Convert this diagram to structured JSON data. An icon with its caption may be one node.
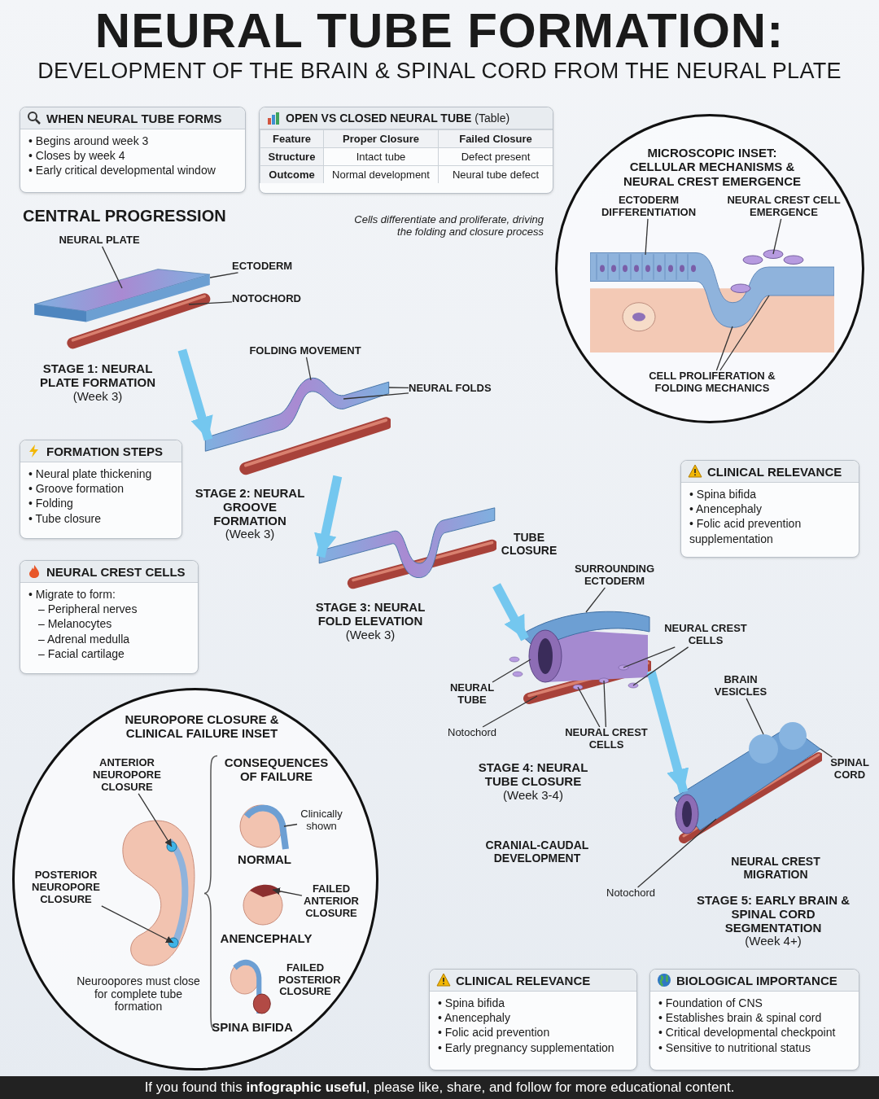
{
  "diagram": {
    "title": "NEURAL TUBE FORMATION:",
    "caption": "If you found this **infographic useful**, please like, share, and follow for more educational content.",
    "nodes": [
      {
        "text": [
          "WHEN NEURAL TUBE FORMS",
          "• Begins around week 3",
          "• Closes by week 4",
          "• Early critical developmental window"
        ]
      },
      {
        "text": [
          "**OPEN VS CLOSED NEURAL TUBE** (Table)"
        ]
      },
      {
        "text": [
          "MICROSCOPIC INSET: CELLULAR MECHANISMS & NEURAL CREST EMERGENCE"
        ]
      },
      {
        "text": [],
        "shape": "picture",
        "in": 2
      },
      {
        "text": [
          "ECTODERM DIFFERENTIATION"
        ],
        "in": 2
      },
      {
        "text": [
          "NEURAL CREST CELL EMERGENCE"
        ],
        "in": 2
      },
      {
        "text": [
          "CELL PROLIFERATION & FOLDING MECHANICS"
        ],
        "in": 2
      },
      {
        "text": [],
        "shape": "picture",
        "beside": [
          "STAGE 1: NEURAL PLATE FORMATION",
          "(Week 3)"
        ]
      },
      {
        "text": [
          "NEURAL PLATE"
        ]
      },
      {
        "text": [
          "ECTODERM"
        ]
      },
      {
        "text": [
          "NOTOCHORD"
        ]
      },
      {
        "text": [],
        "shape": "picture",
        "beside": [
          "STAGE 2: NEURAL GROOVE FORMATION",
          "(Week 3)"
        ]
      },
      {
        "text": [
          "FOLDING MOVEMENT"
        ]
      },
      {
        "text": [
          "NEURAL FOLDS"
        ]
      },
      {
        "text": [
          "FORMATION STEPS",
          "• Neural plate thickening",
          "• Groove formation",
          "• Folding",
          "• Tube closure"
        ]
      },
      {
        "text": [],
        "shape": "picture",
        "beside": [
          "STAGE 3: NEURAL FOLD ELEVATION",
          "(Week 3)"
        ]
      },
      {
        "text": [
          "CLINICAL RELEVANCE",
          "• Spina bifida",
          "• Anencephaly",
          "• Folic acid prevention supplementation"
        ]
      },
      {
        "text": [
          "NEURAL CREST CELLS",
          "• Migrate to form:",
          "– Peripheral nerves",
          "– Melanocytes",
          "– Adrenal medulla",
          "– Facial cartilage"
        ]
      },
      {
        "text": [],
        "shape": "picture",
        "beside": [
          "STAGE 4: NEURAL TUBE CLOSURE",
          "(Week 3-4)"
        ]
      },
      {
        "text": [
          "SURROUNDING ECTODERM"
        ]
      },
      {
        "text": [
          "NEURAL CREST CELLS"
        ]
      },
      {
        "text": [
          "NEURAL TUBE"
        ]
      },
      {
        "text": [
          "Notochord"
        ]
      },
      {
        "text": [
          "NEURAL CREST CELLS"
        ]
      },
      {
        "text": [],
        "shape": "picture",
        "beside": [
          "STAGE 5: EARLY BRAIN & SPINAL CORD SEGMENTATION",
          "(Week 4+)"
        ]
      },
      {
        "text": [
          "BRAIN VESICLES"
        ]
      },
      {
        "text": [
          "SPINAL CORD"
        ]
      },
      {
        "text": [
          "Notochord"
        ]
      },
      {
        "text": [
          "NEUROPORE CLOSURE & CLINICAL FAILURE INSET"
        ]
      },
      {
        "text": [],
        "shape": "picture",
        "in": 28,
        "beside": [
          "Neuroopores must close for complete tube formation"
        ]
      },
      {
        "text": [
          "ANTERIOR NEUROPORE CLOSURE"
        ],
        "in": 28
      },
      {
        "text": [
          "POSTERIOR NEUROPORE CLOSURE"
        ],
        "in": 28
      },
      {
        "text": [],
        "shape": "picture",
        "in": 28,
        "beside": [
          "NORMAL"
        ]
      },
      {
        "text": [
          "Clinically shown"
        ],
        "in": 28
      },
      {
        "text": [],
        "shape": "picture",
        "in": 28,
        "beside": [
          "ANENCEPHALY"
        ]
      },
      {
        "text": [
          "FAILED ANTERIOR CLOSURE"
        ],
        "in": 28
      },
      {
        "text": [],
        "shape": "picture",
        "in": 28,
        "beside": [
          "FAILED POSTERIOR CLOSURE",
          "SPINA BIFIDA"
        ]
      },
      {
        "text": [
          "CLINICAL RELEVANCE",
          "• Spina bifida",
          "• Anencephaly",
          "• Folic acid prevention",
          "• Early pregnancy supplementation"
        ]
      },
      {
        "text": [
          "BIOLOGICAL IMPORTANCE",
          "• Foundation of CNS",
          "• Establishes brain & spinal cord",
          "• Critical developmental checkpoint",
          "• Sensitive to nutritional status"
        ]
      }
    ],
    "edges": [
      {
        "from": 7,
        "to": 11,
        "arrow": "to",
        "style": "thick",
        "color": "#74c7ef"
      },
      {
        "from": 11,
        "to": 15,
        "arrow": "to",
        "style": "thick",
        "color": "#74c7ef"
      },
      {
        "from": 15,
        "to": 18,
        "arrow": "to",
        "style": "thick",
        "color": "#74c7ef"
      },
      {
        "from": 18,
        "to": 24,
        "arrow": "to",
        "style": "thick",
        "color": "#74c7ef"
      },
      {
        "from": 8,
        "to": 7,
        "arrow": "none"
      },
      {
        "from": 9,
        "to": 7,
        "arrow": "none"
      },
      {
        "from": 10,
        "to": 7,
        "arrow": "none"
      },
      {
        "from": 12,
        "to": 11,
        "arrow": "none"
      },
      {
        "from": 13,
        "to": 11,
        "arrow": "none"
      },
      {
        "from": 13,
        "to": 11,
        "arrow": "none"
      },
      {
        "from": 19,
        "to": 18,
        "arrow": "none"
      },
      {
        "from": 20,
        "to": 18,
        "arrow": "none"
      },
      {
        "from": 20,
        "to": 18,
        "arrow": "none"
      },
      {
        "from": 21,
        "to": 18,
        "arrow": "none"
      },
      {
        "from": 22,
        "to": 18,
        "arrow": "none"
      },
      {
        "from": 23,
        "to": 18,
        "arrow": "none"
      },
      {
        "from": 23,
        "to": 18,
        "arrow": "none"
      },
      {
        "from": 25,
        "to": 24,
        "arrow": "none"
      },
      {
        "from": 26,
        "to": 24,
        "arrow": "none"
      },
      {
        "from": 27,
        "to": 24,
        "arrow": "none"
      },
      {
        "from": 4,
        "to": 3,
        "arrow": "none"
      },
      {
        "from": 5,
        "to": 3,
        "arrow": "none"
      },
      {
        "from": 6,
        "to": 3,
        "arrow": "none"
      },
      {
        "from": 6,
        "to": 3,
        "arrow": "none"
      },
      {
        "from": 30,
        "to": 29,
        "arrow": "to"
      },
      {
        "from": 31,
        "to": 29,
        "arrow": "to"
      },
      {
        "from": 33,
        "to": 32,
        "arrow": "none"
      },
      {
        "from": 35,
        "to": 34,
        "arrow": "to"
      }
    ],
    "labels": [
      "DEVELOPMENT OF THE BRAIN & SPINAL CORD FROM THE NEURAL PLATE",
      "Feature",
      "Proper Closure",
      "Failed Closure",
      "Structure",
      "Intact tube",
      "Defect present",
      "Outcome",
      "Normal development",
      "Neural tube defect",
      "CENTRAL PROGRESSION",
      "Cells differentiate and proliferate, driving the folding and closure process",
      "TUBE CLOSURE",
      "CRANIAL-CAUDAL DEVELOPMENT",
      "NEURAL CREST MIGRATION",
      "CONSEQUENCES OF FAILURE"
    ]
  }
}
